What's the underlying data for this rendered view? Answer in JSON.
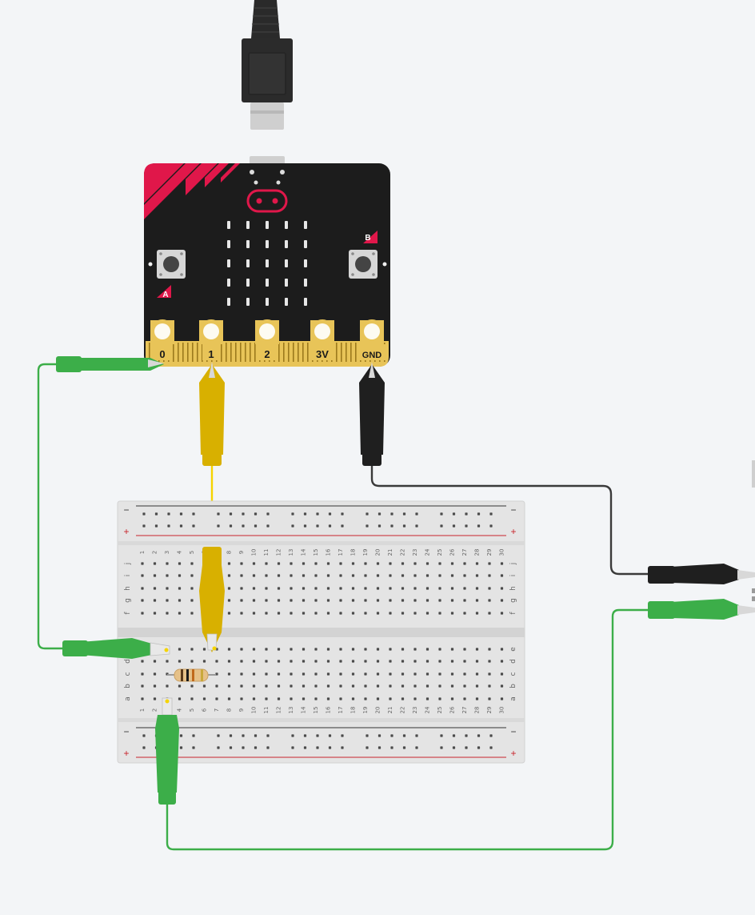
{
  "colors": {
    "background": "#f3f5f7",
    "board": "#1c1c1c",
    "board_accent": "#e0174a",
    "gold": "#e8c458",
    "wire_green": "#3cae49",
    "wire_yellow": "#f5d400",
    "wire_black": "#3a3a3a",
    "rail_red": "#c8242b",
    "breadboard": "#e4e4e4"
  },
  "microbit": {
    "pins": [
      {
        "id": "0",
        "label": "0"
      },
      {
        "id": "1",
        "label": "1"
      },
      {
        "id": "2",
        "label": "2"
      },
      {
        "id": "3v",
        "label": "3V"
      },
      {
        "id": "gnd",
        "label": "GND"
      }
    ],
    "button_a": "A",
    "button_b": "B"
  },
  "breadboard": {
    "rail_minus": "−",
    "rail_plus": "+",
    "top_letters": [
      "j",
      "i",
      "h",
      "g",
      "f"
    ],
    "bottom_letters": [
      "e",
      "d",
      "c",
      "b",
      "a"
    ],
    "columns": [
      "1",
      "2",
      "3",
      "4",
      "5",
      "6",
      "7",
      "8",
      "9",
      "10",
      "11",
      "12",
      "13",
      "14",
      "15",
      "16",
      "17",
      "18",
      "19",
      "20",
      "21",
      "22",
      "23",
      "24",
      "25",
      "26",
      "27",
      "28",
      "29",
      "30"
    ]
  },
  "components": [
    {
      "name": "resistor",
      "icon": "resistor-icon"
    },
    {
      "name": "usb-cable",
      "icon": "usb-micro-connector-icon"
    },
    {
      "name": "alligator-clip",
      "icon": "alligator-clip-icon"
    }
  ]
}
